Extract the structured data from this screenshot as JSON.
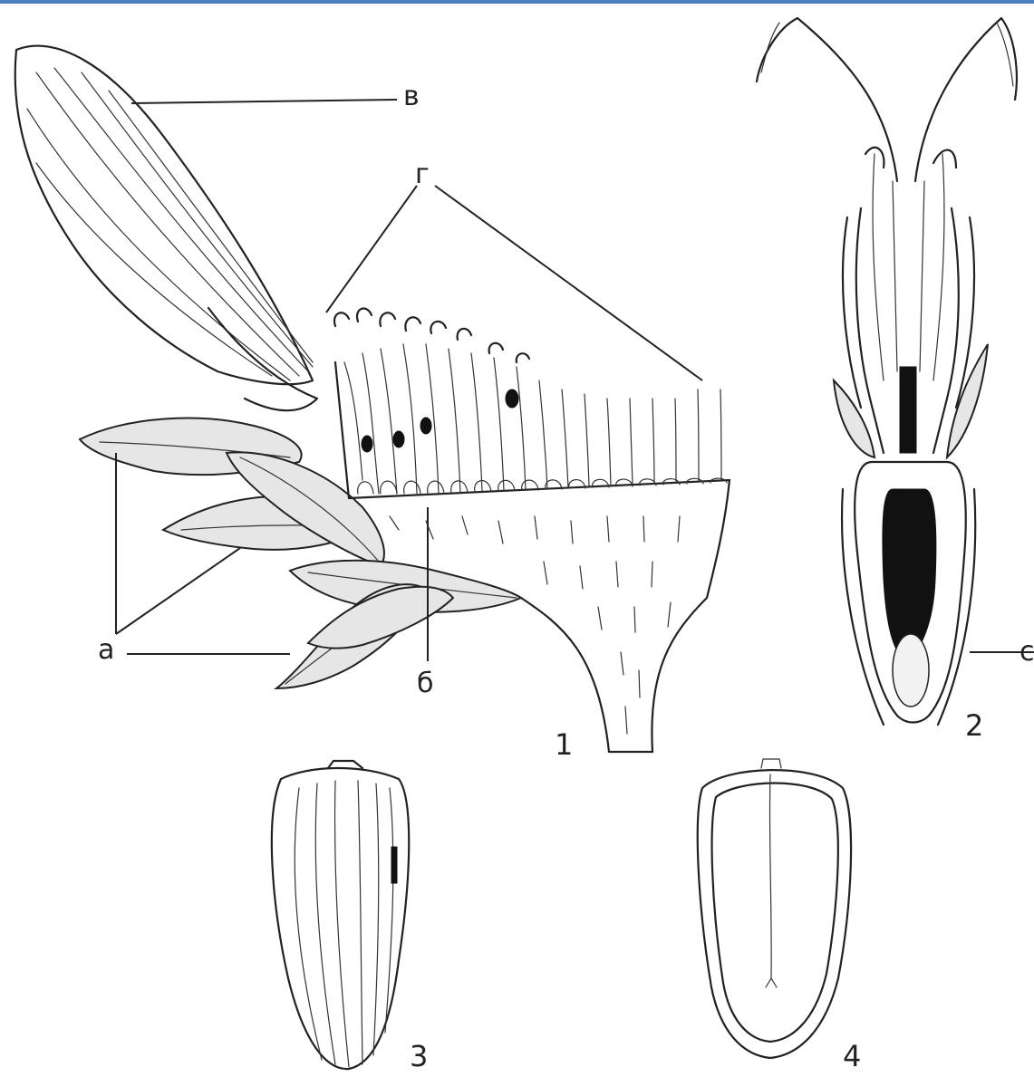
{
  "labels": {
    "a": "а",
    "b": "б",
    "v": "в",
    "g": "г",
    "c": "с"
  },
  "figures": {
    "f1": "1",
    "f2": "2",
    "f3": "3",
    "f4": "4"
  },
  "colors": {
    "top_bar": "#4a7fc0",
    "ink": "#222222"
  }
}
